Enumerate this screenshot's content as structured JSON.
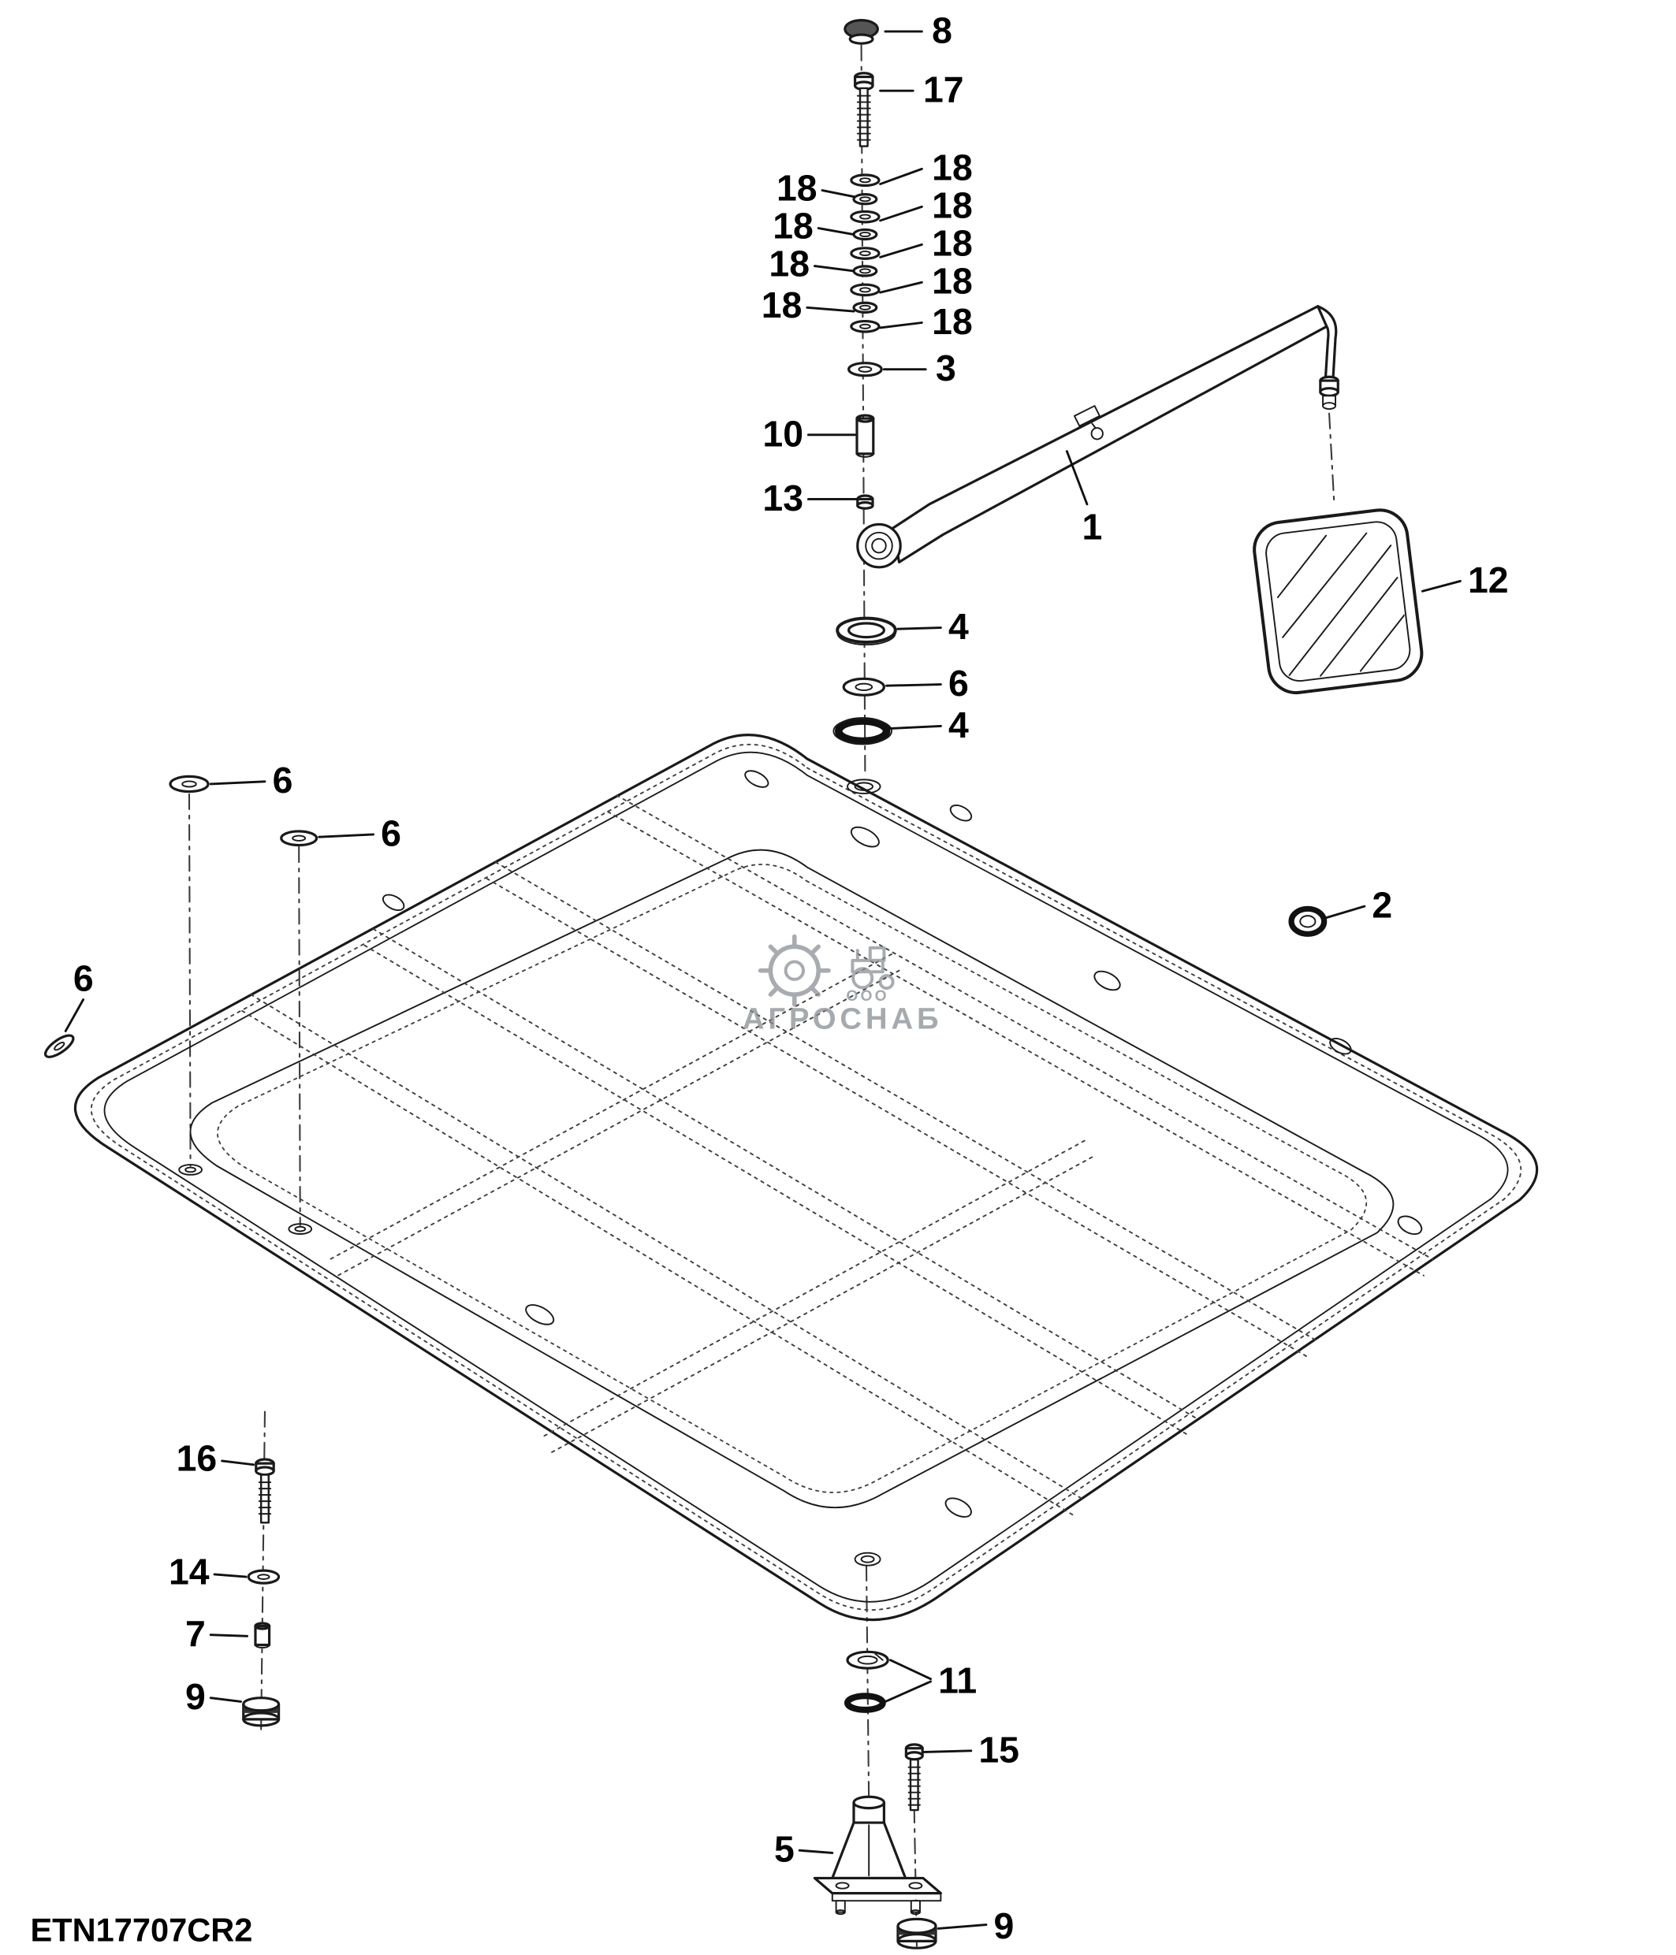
{
  "diagram": {
    "drawing_code": "ETN17707CR2",
    "watermark": {
      "prefix": "ООО",
      "name": "АГРОСНАБ"
    },
    "callouts": [
      {
        "part": "8"
      },
      {
        "part": "17"
      },
      {
        "part": "18"
      },
      {
        "part": "18"
      },
      {
        "part": "18"
      },
      {
        "part": "18"
      },
      {
        "part": "18"
      },
      {
        "part": "18"
      },
      {
        "part": "18"
      },
      {
        "part": "18"
      },
      {
        "part": "18"
      },
      {
        "part": "3"
      },
      {
        "part": "10"
      },
      {
        "part": "13"
      },
      {
        "part": "1"
      },
      {
        "part": "12"
      },
      {
        "part": "4"
      },
      {
        "part": "6"
      },
      {
        "part": "4"
      },
      {
        "part": "6"
      },
      {
        "part": "6"
      },
      {
        "part": "6"
      },
      {
        "part": "2"
      },
      {
        "part": "16"
      },
      {
        "part": "14"
      },
      {
        "part": "7"
      },
      {
        "part": "9"
      },
      {
        "part": "11"
      },
      {
        "part": "15"
      },
      {
        "part": "5"
      },
      {
        "part": "9"
      }
    ]
  }
}
